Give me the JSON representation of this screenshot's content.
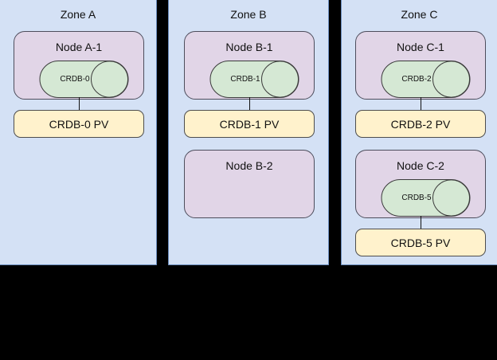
{
  "diagram": {
    "background_color": "#000000",
    "zone_fill": "#d4e1f5",
    "zone_stroke": "#6c8ebf",
    "node_fill": "#e1d5e7",
    "node_stroke": "#4d4d5c",
    "pv_fill": "#fff2cc",
    "pv_stroke": "#4d4d4d",
    "db_fill": "#d5e8d4",
    "db_stroke": "#3b3b3b"
  },
  "zones": [
    {
      "title": "Zone A",
      "nodes": [
        {
          "title": "Node A-1",
          "database": "CRDB-0",
          "pv": "CRDB-0 PV"
        }
      ]
    },
    {
      "title": "Zone B",
      "nodes": [
        {
          "title": "Node B-1",
          "database": "CRDB-1",
          "pv": "CRDB-1 PV"
        },
        {
          "title": "Node B-2",
          "database": null,
          "pv": null
        }
      ]
    },
    {
      "title": "Zone C",
      "nodes": [
        {
          "title": "Node C-1",
          "database": "CRDB-2",
          "pv": "CRDB-2 PV"
        },
        {
          "title": "Node C-2",
          "database": "CRDB-5",
          "pv": "CRDB-5 PV"
        }
      ]
    }
  ]
}
